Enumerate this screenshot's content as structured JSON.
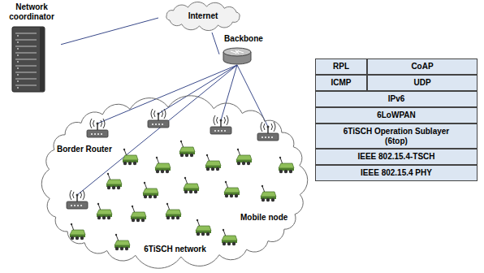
{
  "diagram": {
    "nodes": [
      {
        "text": [
          "Network coordinator"
        ]
      },
      {
        "text": [
          "Internet"
        ]
      },
      {
        "text": [
          "Backbone"
        ]
      },
      {
        "text": [
          "6TiSCH network"
        ]
      },
      {
        "text": [
          "RPL"
        ]
      },
      {
        "text": [
          "CoAP"
        ]
      },
      {
        "text": [
          "ICMP"
        ]
      },
      {
        "text": [
          "UDP"
        ]
      },
      {
        "text": [
          "IPv6"
        ]
      },
      {
        "text": [
          "6LoWPAN"
        ]
      },
      {
        "text": [
          "6TiSCH Operation Sublayer (6top)"
        ]
      },
      {
        "text": [
          "IEEE 802.15.4-TSCH"
        ]
      },
      {
        "text": [
          "IEEE 802.15.4 PHY"
        ]
      }
    ],
    "edges": [
      {
        "from": 0,
        "to": 1,
        "arrow": "none"
      },
      {
        "from": 1,
        "to": 2,
        "arrow": "none"
      }
    ],
    "labels": [
      "Border Router",
      "Mobile node"
    ]
  }
}
